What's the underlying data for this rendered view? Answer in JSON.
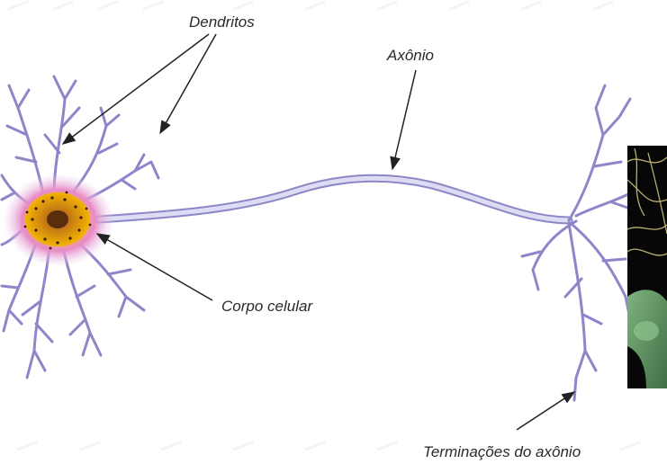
{
  "labels": {
    "dendrites": "Dendritos",
    "axon": "Axônio",
    "cell_body": "Corpo celular",
    "axon_terminals": "Terminações do axônio"
  },
  "colors": {
    "neuron_outline": "#8e86c9",
    "neuron_fill": "#dcdcf2",
    "soma_glow": "#e77bc9",
    "nucleus": "#f0b400",
    "inset_background": "#070707",
    "inset_neuron": "#5f9a5f"
  },
  "icons": [
    "arrow-icon"
  ]
}
